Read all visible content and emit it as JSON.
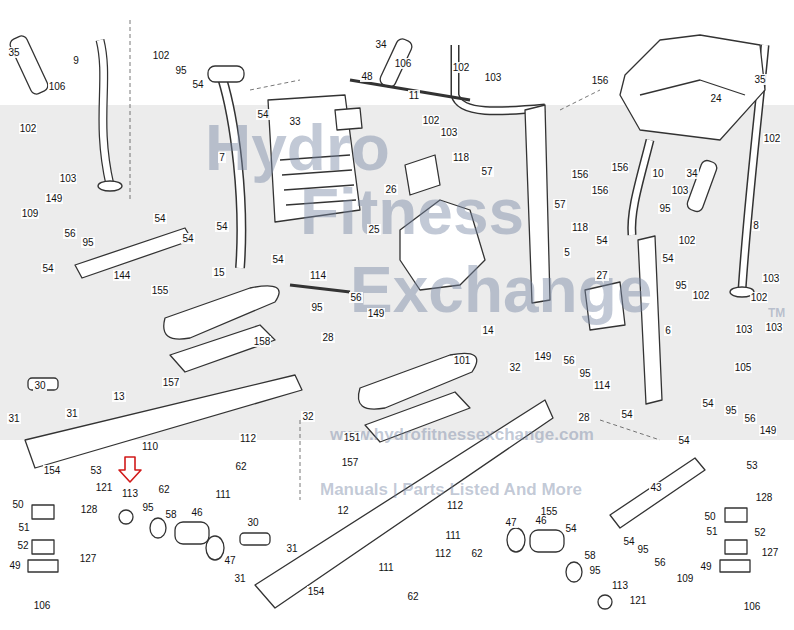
{
  "diagram": {
    "labels": [
      "35",
      "9",
      "106",
      "102",
      "103",
      "102",
      "95",
      "54",
      "7",
      "54",
      "33",
      "48",
      "34",
      "106",
      "11",
      "102",
      "103",
      "102",
      "103",
      "118",
      "57",
      "156",
      "24",
      "35",
      "102",
      "156",
      "156",
      "156",
      "57",
      "118",
      "54",
      "5",
      "10",
      "34",
      "103",
      "95",
      "102",
      "8",
      "54",
      "95",
      "102",
      "103",
      "102",
      "103",
      "103",
      "105",
      "26",
      "25",
      "27",
      "6",
      "109",
      "149",
      "56",
      "95",
      "54",
      "54",
      "54",
      "54",
      "144",
      "155",
      "15",
      "54",
      "114",
      "95",
      "56",
      "149",
      "28",
      "158",
      "14",
      "101",
      "32",
      "149",
      "56",
      "95",
      "114",
      "28",
      "54",
      "54",
      "95",
      "56",
      "149",
      "54",
      "30",
      "31",
      "31",
      "13",
      "157",
      "32",
      "151",
      "157",
      "110",
      "112",
      "62",
      "111",
      "62",
      "113",
      "121",
      "154",
      "53",
      "50",
      "128",
      "51",
      "52",
      "49",
      "127",
      "106",
      "95",
      "58",
      "46",
      "47",
      "30",
      "31",
      "31",
      "154",
      "12",
      "112",
      "111",
      "112",
      "62",
      "111",
      "62",
      "155",
      "54",
      "47",
      "46",
      "58",
      "95",
      "113",
      "121",
      "54",
      "95",
      "56",
      "109",
      "43",
      "53",
      "128",
      "50",
      "51",
      "52",
      "49",
      "127",
      "106",
      "Hydro",
      "Fitness",
      "Exchange",
      "TM",
      "www.hydrofitnessexchange.com",
      "Manuals | Parts Listed And More"
    ]
  }
}
